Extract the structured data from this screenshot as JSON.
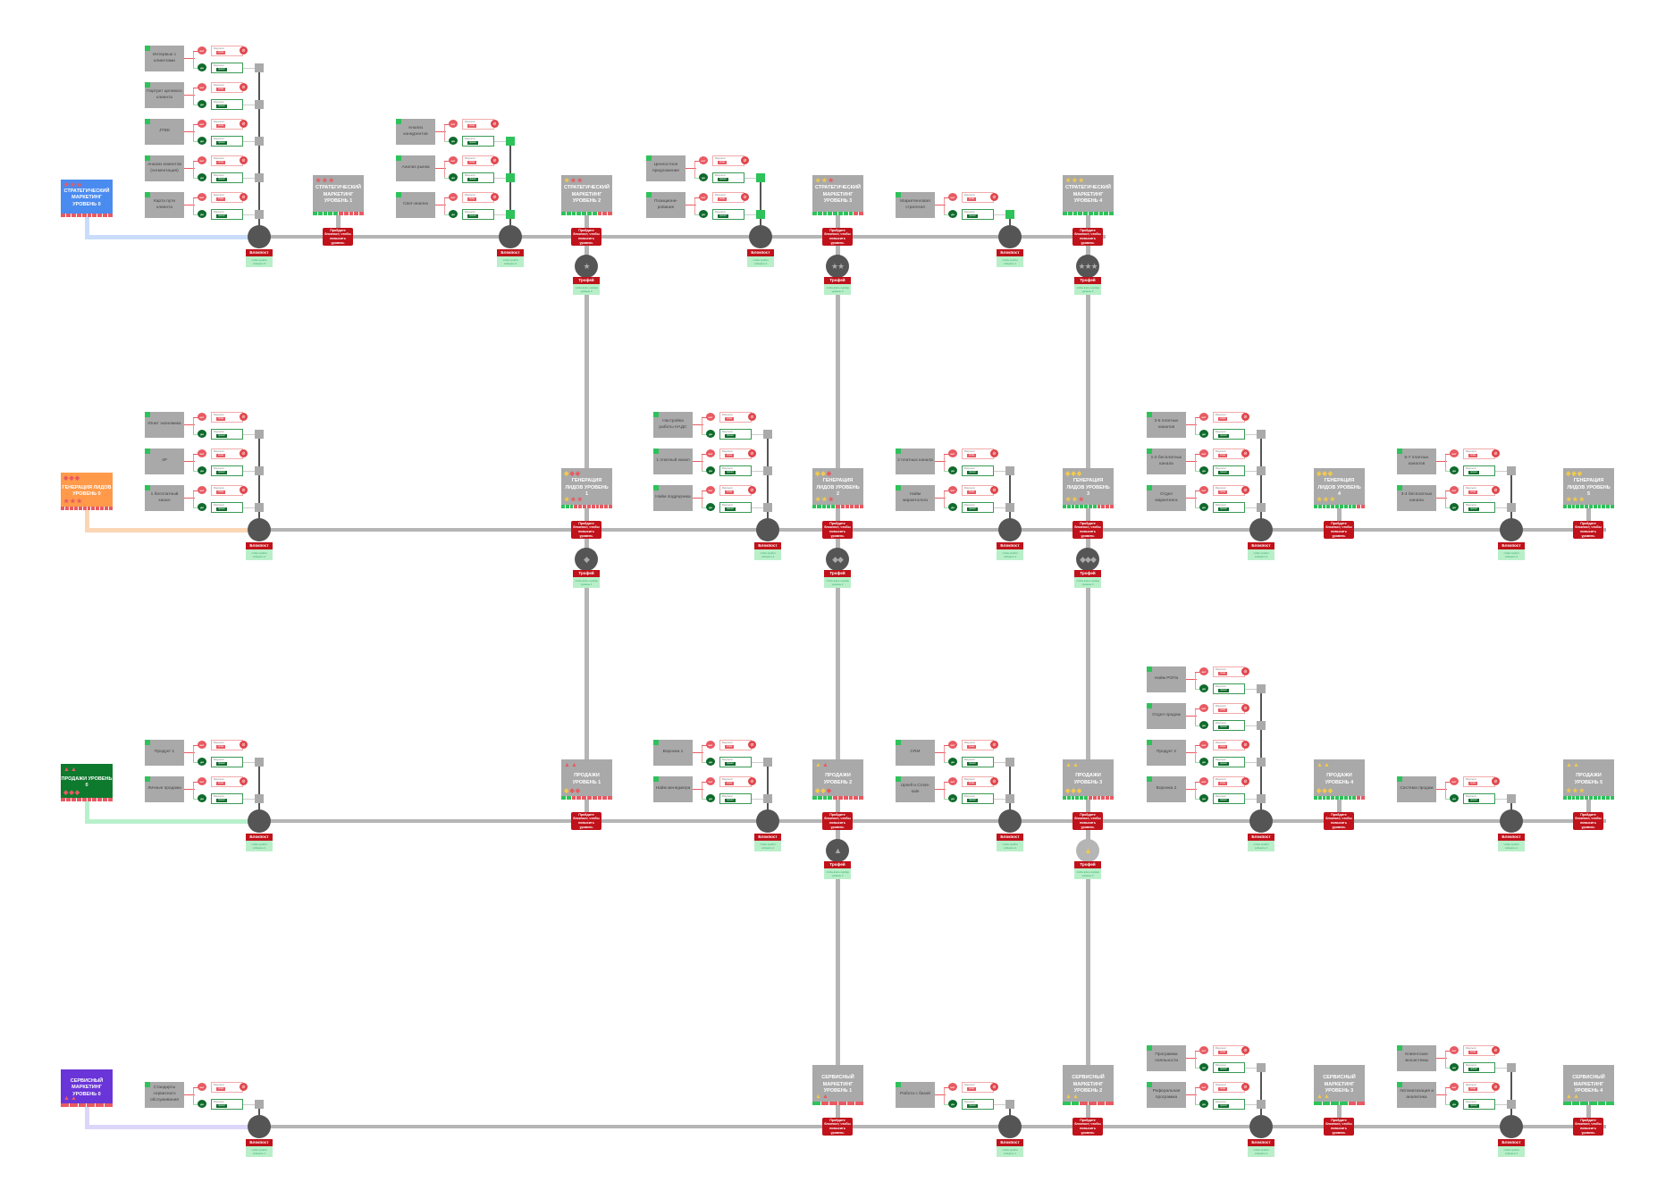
{
  "labels": {
    "blockpost": "Блокпост",
    "pass_level": "Пройдите блокпост, чтобы повысить уровень",
    "trophy": "Трофей",
    "no": "нет",
    "yes": "да",
    "card_title": "Результат",
    "card_no_chip": "отказ",
    "card_yes_chip": "принят"
  },
  "colors": {
    "green": "#2ec25a",
    "red": "#e85a62",
    "yellow": "#f2c94c",
    "gray": "#a9a9a9",
    "dark_red": "#c0121b"
  },
  "rows": [
    {
      "name": "strategic",
      "start": {
        "title": "СТРАТЕГИЧЕСКИЙ МАРКЕТИНГ УРОВЕНЬ 0",
        "color": "#4a8bf0",
        "line": "#c9dcfa",
        "marks_top": "★★★",
        "marks_top_colors": [
          "red",
          "red",
          "red"
        ],
        "progress": [
          0,
          10
        ]
      },
      "levels": [
        {
          "level": 1,
          "title": "СТРАТЕГИЧЕСКИЙ МАРКЕТИНГ УРОВЕНЬ 1",
          "marks_top": "★★★",
          "marks_top_colors": [
            "red",
            "red",
            "red"
          ],
          "progress": [
            5,
            10
          ]
        },
        {
          "level": 2,
          "title": "СТРАТЕГИЧЕСКИЙ МАРКЕТИНГ УРОВЕНЬ 2",
          "marks_top": "★★★",
          "marks_top_colors": [
            "yellow",
            "red",
            "red"
          ],
          "progress": [
            7,
            10
          ]
        },
        {
          "level": 3,
          "title": "СТРАТЕГИЧЕСКИЙ МАРКЕТИНГ УРОВЕНЬ 3",
          "marks_top": "★★★",
          "marks_top_colors": [
            "yellow",
            "yellow",
            "red"
          ],
          "progress": [
            8,
            10
          ]
        },
        {
          "level": 4,
          "title": "СТРАТЕГИЧЕСКИЙ МАРКЕТИНГ УРОВЕНЬ 4",
          "marks_top": "★★★",
          "marks_top_colors": [
            "yellow",
            "yellow",
            "yellow"
          ],
          "progress": [
            10,
            10
          ]
        }
      ],
      "blockposts": [
        {
          "need": 5,
          "note": "чтобы пройти соберите 5",
          "done": false,
          "items": [
            "Интервью с клиентами",
            "Портрет целевого клиента",
            "JTBD",
            "Анализ клиентов (сегментация)",
            "Карта пути клиента"
          ]
        },
        {
          "need": 3,
          "note": "чтобы пройти соберите 3",
          "done": true,
          "items": [
            "Анализ конкурентов",
            "Анализ рынка",
            "Свот-анализ"
          ]
        },
        {
          "need": 2,
          "note": "чтобы пройти соберите 2",
          "done": true,
          "items": [
            "Ценностное предложение",
            "Позициони-рование"
          ]
        },
        {
          "need": 1,
          "note": "чтобы пройти соберите 1",
          "done": true,
          "items": [
            "Маркетинговая стратегия"
          ]
        }
      ],
      "trophies": [
        {
          "level": 2,
          "icon": "★",
          "note": "чтобы взять пройди уровень 2"
        },
        {
          "level": 3,
          "icon": "★★",
          "note": "чтобы взять пройди уровень 3"
        },
        {
          "level": 4,
          "icon": "★★★",
          "note": "чтобы взять пройди уровень 4"
        }
      ]
    },
    {
      "name": "leadgen",
      "start": {
        "title": "ГЕНЕРАЦИЯ ЛИДОВ УРОВЕНЬ 0",
        "color": "#ff9a4a",
        "line": "#fbd6b5",
        "marks_top": "◆◆◆",
        "marks_top_colors": [
          "red",
          "red",
          "red"
        ],
        "marks_bottom": "★★★",
        "marks_bottom_colors": [
          "red",
          "red",
          "red"
        ],
        "progress": [
          0,
          12
        ]
      },
      "levels": [
        {
          "level": 1,
          "title": "ГЕНЕРАЦИЯ ЛИДОВ УРОВЕНЬ 1",
          "marks_top": "◆◆◆",
          "marks_top_colors": [
            "yellow",
            "red",
            "red"
          ],
          "marks_bottom": "★★★",
          "marks_bottom_colors": [
            "yellow",
            "red",
            "red"
          ],
          "progress": [
            3,
            12
          ]
        },
        {
          "level": 2,
          "title": "ГЕНЕРАЦИЯ ЛИДОВ УРОВЕНЬ 2",
          "marks_top": "◆◆◆",
          "marks_top_colors": [
            "yellow",
            "yellow",
            "red"
          ],
          "marks_bottom": "★★★",
          "marks_bottom_colors": [
            "yellow",
            "yellow",
            "red"
          ],
          "progress": [
            5,
            11
          ]
        },
        {
          "level": 3,
          "title": "ГЕНЕРАЦИЯ ЛИДОВ УРОВЕНЬ 3",
          "marks_top": "◆◆◆",
          "marks_top_colors": [
            "yellow",
            "yellow",
            "yellow"
          ],
          "marks_bottom": "★★★",
          "marks_bottom_colors": [
            "yellow",
            "yellow",
            "red"
          ],
          "progress": [
            8,
            12
          ]
        },
        {
          "level": 4,
          "title": "ГЕНЕРАЦИЯ ЛИДОВ УРОВЕНЬ 4",
          "marks_top": "◆◆◆",
          "marks_top_colors": [
            "yellow",
            "yellow",
            "yellow"
          ],
          "marks_bottom": "★★★",
          "marks_bottom_colors": [
            "yellow",
            "yellow",
            "yellow"
          ],
          "progress": [
            10,
            12
          ]
        },
        {
          "level": 5,
          "title": "ГЕНЕРАЦИЯ ЛИДОВ УРОВЕНЬ 5",
          "marks_top": "◆◆◆",
          "marks_top_colors": [
            "yellow",
            "yellow",
            "yellow"
          ],
          "marks_bottom": "★★★",
          "marks_bottom_colors": [
            "yellow",
            "yellow",
            "yellow"
          ],
          "progress": [
            12,
            12
          ]
        }
      ],
      "blockposts": [
        {
          "need": 3,
          "note": "чтобы пройти соберите 3",
          "done": false,
          "items": [
            "Юнит экономика",
            "4P",
            "1 бесплатный канал"
          ]
        },
        {
          "need": 3,
          "note": "чтобы пройти соберите 3",
          "done": false,
          "items": [
            "Настройка работы НАДС",
            "1 платный канал",
            "Найм подрядчика"
          ]
        },
        {
          "need": 2,
          "note": "чтобы пройти соберите 2",
          "done": false,
          "items": [
            "2 платных канала",
            "Найм маркетолога"
          ]
        },
        {
          "need": 3,
          "note": "чтобы пройти соберите 3",
          "done": false,
          "items": [
            "3-5 платных каналов",
            "1-2 бесплатных канала",
            "Отдел маркетинга"
          ]
        },
        {
          "need": 2,
          "note": "чтобы пройти соберите 2",
          "done": false,
          "items": [
            "6-7 платных каналов",
            "3-4 бесплатных канала"
          ]
        }
      ],
      "trophies": [
        {
          "level": 1,
          "icon": "◆",
          "note": "чтобы взять пройди уровень 1"
        },
        {
          "level": 2,
          "icon": "◆◆",
          "note": "чтобы взять пройди уровень 2"
        },
        {
          "level": 3,
          "icon": "◆◆◆",
          "note": "чтобы взять пройди уровень 3"
        }
      ]
    },
    {
      "name": "sales",
      "start": {
        "title": "ПРОДАЖИ УРОВЕНЬ 0",
        "color": "#0e7a2e",
        "line": "#b8f0cc",
        "marks_top": "▲▲",
        "marks_top_colors": [
          "red",
          "red"
        ],
        "marks_bottom": "◆◆◆",
        "marks_bottom_colors": [
          "red",
          "red",
          "red"
        ],
        "progress": [
          0,
          10
        ]
      },
      "levels": [
        {
          "level": 1,
          "title": "ПРОДАЖИ УРОВЕНЬ 1",
          "marks_top": "▲▲",
          "marks_top_colors": [
            "red",
            "red"
          ],
          "marks_bottom": "◆◆◆",
          "marks_bottom_colors": [
            "yellow",
            "red",
            "red"
          ],
          "progress": [
            2,
            10
          ]
        },
        {
          "level": 2,
          "title": "ПРОДАЖИ УРОВЕНЬ 2",
          "marks_top": "▲▲",
          "marks_top_colors": [
            "yellow",
            "red"
          ],
          "marks_bottom": "◆◆◆",
          "marks_bottom_colors": [
            "yellow",
            "yellow",
            "red"
          ],
          "progress": [
            4,
            10
          ]
        },
        {
          "level": 3,
          "title": "ПРОДАЖИ УРОВЕНЬ 3",
          "marks_top": "▲▲",
          "marks_top_colors": [
            "yellow",
            "yellow"
          ],
          "marks_bottom": "◆◆◆",
          "marks_bottom_colors": [
            "yellow",
            "yellow",
            "yellow"
          ],
          "progress": [
            6,
            12
          ]
        },
        {
          "level": 4,
          "title": "ПРОДАЖИ УРОВЕНЬ 4",
          "marks_top": "▲▲",
          "marks_top_colors": [
            "yellow",
            "yellow"
          ],
          "marks_bottom": "◆◆◆",
          "marks_bottom_colors": [
            "yellow",
            "yellow",
            "yellow"
          ],
          "progress": [
            10,
            12
          ]
        },
        {
          "level": 5,
          "title": "ПРОДАЖИ УРОВЕНЬ 5",
          "marks_top": "▲▲",
          "marks_top_colors": [
            "yellow",
            "yellow"
          ],
          "marks_bottom": "★★★",
          "marks_bottom_colors": [
            "yellow",
            "yellow",
            "yellow"
          ],
          "progress": [
            12,
            12
          ]
        }
      ],
      "blockposts": [
        {
          "need": 2,
          "note": "чтобы пройти соберите 2",
          "done": false,
          "items": [
            "Продукт 1",
            "Личные продажи"
          ]
        },
        {
          "need": 2,
          "note": "чтобы пройти соберите 2",
          "done": false,
          "items": [
            "Воронка 1",
            "Найм менеджера"
          ]
        },
        {
          "need": 2,
          "note": "чтобы пройти соберите 2",
          "done": false,
          "items": [
            "CRM",
            "Upsell и Cross-sale"
          ]
        },
        {
          "need": 4,
          "note": "чтобы пройти соберите 4",
          "done": false,
          "items": [
            "Найм РОПа",
            "Отдел продаж",
            "Продукт 2",
            "Воронка 2"
          ]
        },
        {
          "need": 2,
          "note": "чтобы пройти соберите 2",
          "done": false,
          "items": [
            "Система продаж"
          ]
        }
      ],
      "trophies": [
        {
          "level": 2,
          "icon": "▲",
          "note": "чтобы взять пройди уровень 2"
        },
        {
          "level": 3,
          "icon": "▲",
          "note": "чтобы взять пройди уровень 3",
          "light": true
        }
      ]
    },
    {
      "name": "service",
      "start": {
        "title": "СЕРВИСНЫЙ МАРКЕТИНГ УРОВЕНЬ 0",
        "color": "#6a35d8",
        "line": "#dcd6fa",
        "marks_bottom": "▲▲",
        "marks_bottom_colors": [
          "red",
          "red"
        ],
        "progress": [
          0,
          6
        ]
      },
      "levels": [
        {
          "level": 1,
          "title": "СЕРВИСНЫЙ МАРКЕТИНГ УРОВЕНЬ 1",
          "marks_bottom": "▲▲",
          "marks_bottom_colors": [
            "yellow",
            "red"
          ],
          "progress": [
            1,
            6
          ]
        },
        {
          "level": 2,
          "title": "СЕРВИСНЫЙ МАРКЕТИНГ УРОВЕНЬ 2",
          "marks_bottom": "▲▲",
          "marks_bottom_colors": [
            "yellow",
            "yellow"
          ],
          "progress": [
            2,
            6
          ]
        },
        {
          "level": 3,
          "title": "СЕРВИСНЫЙ МАРКЕТИНГ УРОВЕНЬ 3",
          "marks_bottom": "▲▲",
          "marks_bottom_colors": [
            "yellow",
            "yellow"
          ],
          "progress": [
            4,
            6
          ]
        },
        {
          "level": 4,
          "title": "СЕРВИСНЫЙ МАРКЕТИНГ УРОВЕНЬ 4",
          "marks_bottom": "▲▲",
          "marks_bottom_colors": [
            "yellow",
            "yellow"
          ],
          "progress": [
            6,
            6
          ]
        }
      ],
      "blockposts": [
        {
          "need": 1,
          "note": "чтобы пройти соберите 1",
          "done": false,
          "items": [
            "Стандарты сервисного обслуживания"
          ]
        },
        {
          "need": 1,
          "note": "чтобы пройти соберите 1",
          "done": false,
          "items": [
            "Работа с базой"
          ]
        },
        {
          "need": 2,
          "note": "чтобы пройти соберите 2",
          "done": false,
          "items": [
            "Программа лояльности",
            "Реферальная программа"
          ]
        },
        {
          "need": 2,
          "note": "чтобы пройти соберите 2",
          "done": false,
          "items": [
            "Клиентские экосистемы",
            "Автоматизация и аналитика"
          ]
        }
      ],
      "trophies": []
    }
  ]
}
